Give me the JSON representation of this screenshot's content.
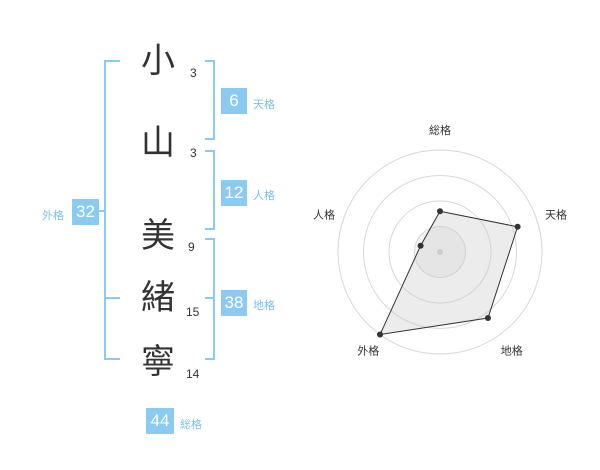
{
  "name": {
    "characters": [
      {
        "char": "小",
        "strokes": "3"
      },
      {
        "char": "山",
        "strokes": "3"
      },
      {
        "char": "美",
        "strokes": "9"
      },
      {
        "char": "緒",
        "strokes": "15"
      },
      {
        "char": "寧",
        "strokes": "14"
      }
    ]
  },
  "fortune": {
    "tenkaku": {
      "value": "6",
      "label": "天格"
    },
    "jinkaku": {
      "value": "12",
      "label": "人格"
    },
    "chikaku": {
      "value": "38",
      "label": "地格"
    },
    "gaikaku": {
      "value": "32",
      "label": "外格"
    },
    "soukaku": {
      "value": "44",
      "label": "総格"
    }
  },
  "colors": {
    "accent": "#8ccbf1",
    "label": "#7cc0ea"
  },
  "chart_data": {
    "type": "radar",
    "axes": [
      "総格",
      "天格",
      "地格",
      "外格",
      "人格"
    ],
    "values": [
      2,
      4,
      4,
      5,
      1
    ],
    "rmax": 5,
    "rings": 4
  }
}
